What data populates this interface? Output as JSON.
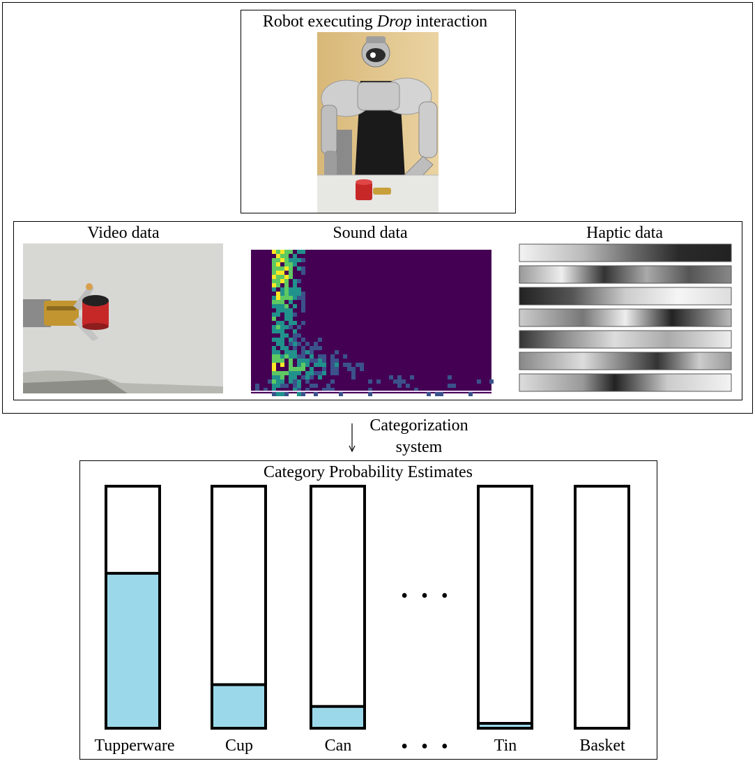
{
  "robot": {
    "title_prefix": "Robot executing",
    "title_italic": "Drop",
    "title_suffix": "interaction"
  },
  "sensors": {
    "video_label": "Video data",
    "sound_label": "Sound data",
    "haptic_label": "Haptic data"
  },
  "arrow_label_line1": "Categorization",
  "arrow_label_line2": "system",
  "chart_data": {
    "type": "bar",
    "title": "Category Probability Estimates",
    "categories": [
      "Tupperware",
      "Cup",
      "Can",
      "Tin",
      "Basket"
    ],
    "values": [
      0.64,
      0.18,
      0.09,
      0.02,
      0.0
    ],
    "ylim": [
      0,
      1
    ],
    "gap_marker": "• • •",
    "bar_fill_color": "#9bd9ea",
    "bar_outline_color": "#000000"
  },
  "colors": {
    "spectrogram_bg": "#440154",
    "table_top": "#d9d9d6",
    "wall": "#e3c98f",
    "cup_red": "#c62828"
  }
}
